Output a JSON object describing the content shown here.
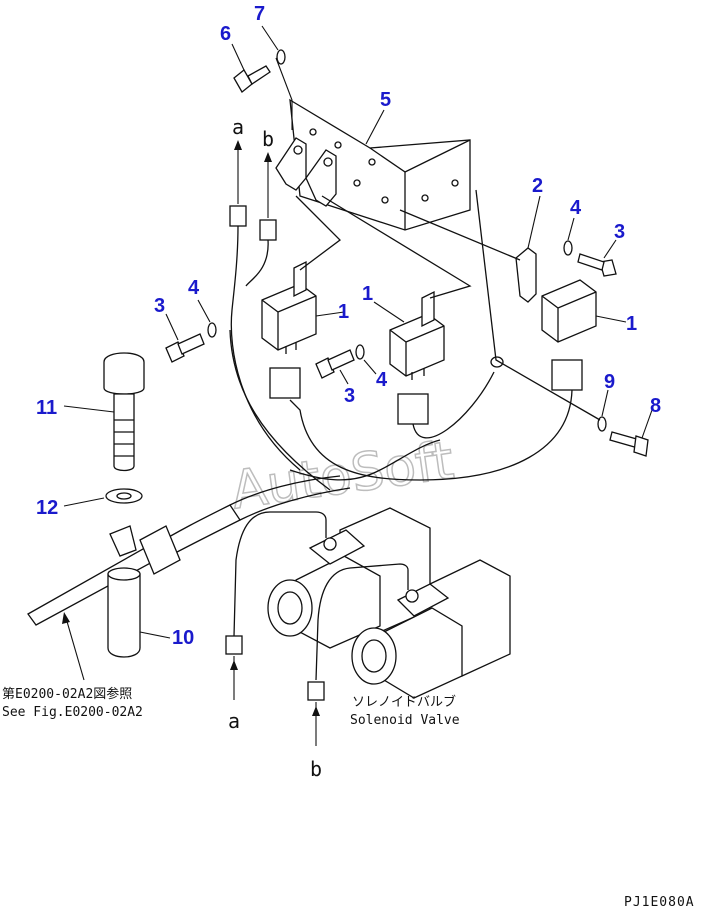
{
  "parts": {
    "p1a": "1",
    "p1b": "1",
    "p1c": "1",
    "p2": "2",
    "p3a": "3",
    "p3b": "3",
    "p3c": "3",
    "p4a": "4",
    "p4b": "4",
    "p4c": "4",
    "p5": "5",
    "p6": "6",
    "p7": "7",
    "p8": "8",
    "p9": "9",
    "p10": "10",
    "p11": "11",
    "p12": "12"
  },
  "connectors": {
    "a_top": "a",
    "b_top": "b",
    "a_bottom": "a",
    "b_bottom": "b"
  },
  "reference": {
    "jp": "第E0200-02A2図参照",
    "en": "See Fig.E0200-02A2"
  },
  "valve": {
    "jp": "ソレノイドバルブ",
    "en": "Solenoid Valve"
  },
  "watermark": "AutoSoft",
  "drawing_code": "PJ1E080A"
}
